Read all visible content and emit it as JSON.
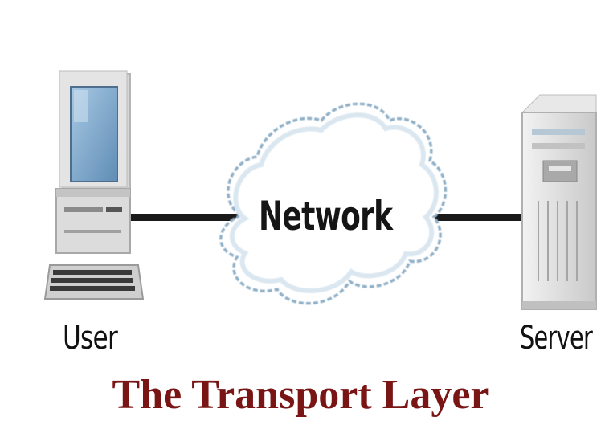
{
  "diagram": {
    "nodes": {
      "user": {
        "label": "User",
        "icon": "desktop-computer-icon"
      },
      "network": {
        "label": "Network",
        "icon": "cloud-icon"
      },
      "server": {
        "label": "Server",
        "icon": "server-tower-icon"
      }
    },
    "edges": [
      {
        "from": "user",
        "to": "network"
      },
      {
        "from": "network",
        "to": "server"
      }
    ],
    "title": "The Transport Layer"
  },
  "colors": {
    "title": "#7a1515",
    "link": "#1a1a1a",
    "cloud_outline": "#8fb0c8",
    "computer_body": "#d9d9d9",
    "screen": "#7fa9cc"
  }
}
